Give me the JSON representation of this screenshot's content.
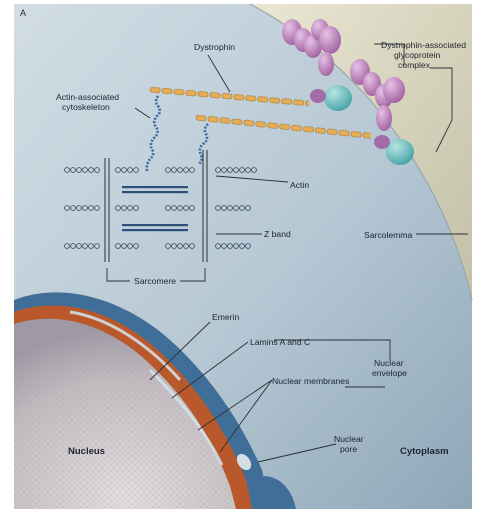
{
  "panel_label": "A",
  "labels": {
    "dystrophin": "Dystrophin",
    "dgc_line1": "Dystrophin-associated",
    "dgc_line2": "glycoprotein",
    "dgc_line3": "complex",
    "actin_cyto_line1": "Actin-associated",
    "actin_cyto_line2": "cytoskeleton",
    "actin": "Actin",
    "z_band": "Z band",
    "sarcolemma": "Sarcolemma",
    "sarcomere": "Sarcomere",
    "emerin": "Emerin",
    "lamins": "Lamins A and C",
    "nuclear_envelope_line1": "Nuclear",
    "nuclear_envelope_line2": "envelope",
    "nuclear_membranes": "Nuclear membranes",
    "nucleus": "Nucleus",
    "nuclear_pore_line1": "Nuclear",
    "nuclear_pore_line2": "pore",
    "cytoplasm": "Cytoplasm"
  },
  "colors": {
    "background": "#b9cbd6",
    "sarcolemma_membrane": "#d6d2bc",
    "nuclear_membrane_outer": "#3d6d96",
    "nuclear_membrane_inner": "#b8562a",
    "nucleoplasm": "#c9c4c6",
    "dystrophin": "#e0a54a",
    "glycoprotein_complex": "#b879b4",
    "teal_proteins": "#73bdbe"
  }
}
